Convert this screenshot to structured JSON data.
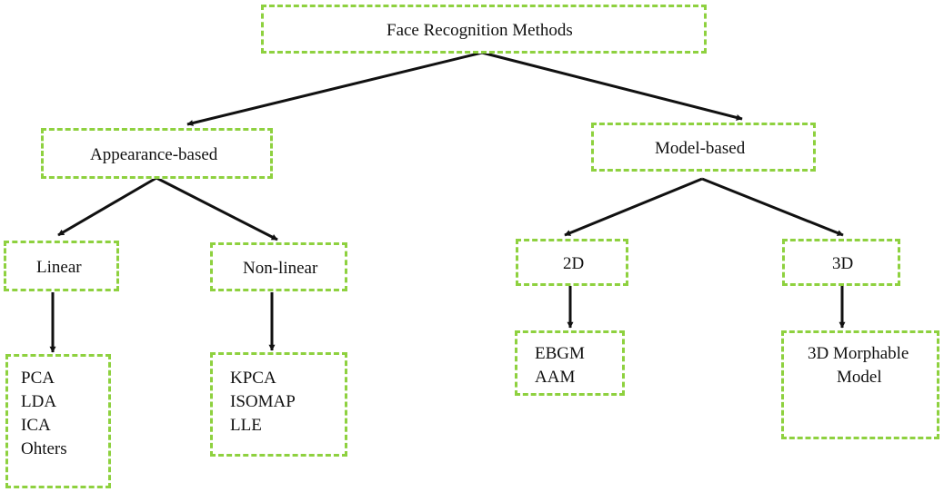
{
  "root": {
    "label": "Face Recognition Methods"
  },
  "appearance": {
    "label": "Appearance-based",
    "linear": {
      "label": "Linear",
      "items": [
        "PCA",
        "LDA",
        "ICA",
        "Ohters"
      ]
    },
    "nonlinear": {
      "label": "Non-linear",
      "items": [
        "KPCA",
        "ISOMAP",
        "LLE"
      ]
    }
  },
  "model": {
    "label": "Model-based",
    "twod": {
      "label": "2D",
      "items": [
        "EBGM",
        "AAM"
      ]
    },
    "threed": {
      "label": "3D",
      "items": [
        "3D Morphable",
        "Model"
      ]
    }
  },
  "colors": {
    "box_border": "#8ed13f",
    "arrow": "#111111"
  }
}
